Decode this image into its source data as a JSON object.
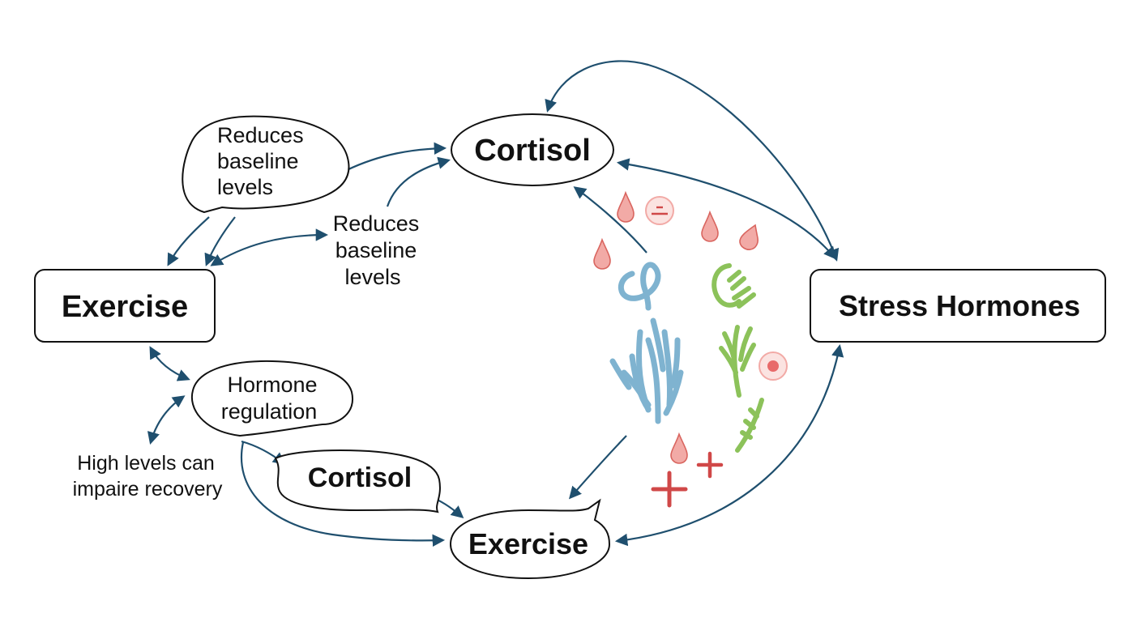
{
  "nodes": {
    "exercise_left": "Exercise",
    "cortisol_top": "Cortisol",
    "stress_hormones": "Stress Hormones",
    "exercise_bottom": "Exercise",
    "cortisol_bubble": "Cortisol"
  },
  "labels": {
    "reduces_bubble": [
      "Reduces",
      "baseline",
      "levels"
    ],
    "reduces_free": [
      "Reduces",
      "baseline",
      "levels"
    ],
    "hormone_bubble": [
      "Hormone",
      "regulation"
    ],
    "high_levels": [
      "High levels can",
      "impaire recovery"
    ]
  },
  "colors": {
    "arrow": "#1f4f6e",
    "outline": "#111111",
    "blue_icon": "#7fb3d0",
    "green_icon": "#8cc25a",
    "red_icon": "#d04848",
    "pink_drop": "#f2aaa6"
  },
  "icons": [
    "droplet-icon",
    "receptor-icon",
    "hormone-molecule-icon",
    "plus-icon"
  ]
}
